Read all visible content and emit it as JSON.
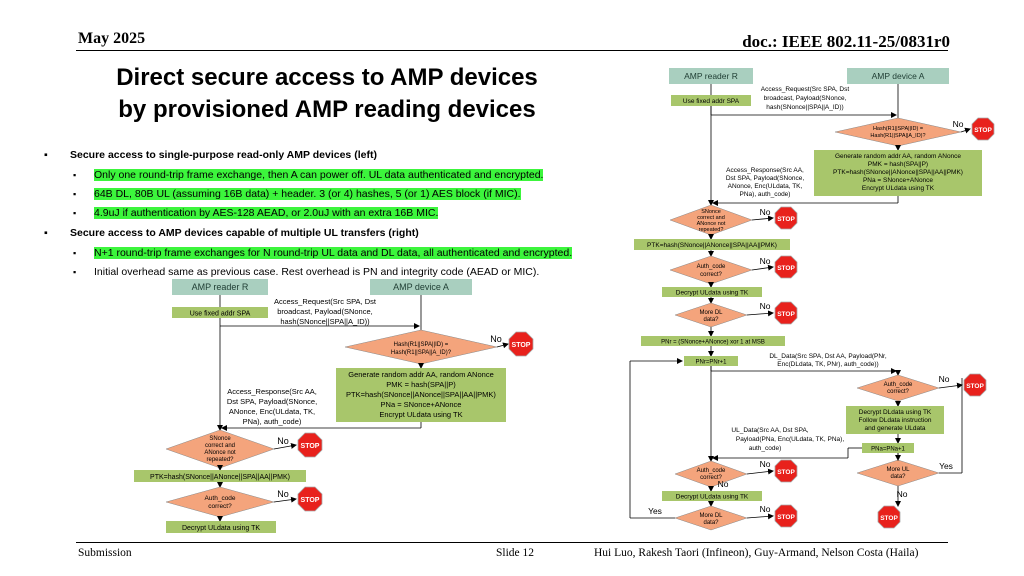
{
  "header": {
    "date": "May 2025",
    "doc_id": "doc.: IEEE 802.11-25/0831r0"
  },
  "title": {
    "line1": "Direct secure access to AMP devices",
    "line2": "by provisioned AMP reading devices"
  },
  "bullets": {
    "b1": "Secure access to single-purpose read-only AMP devices (left)",
    "b1_1": "Only one round-trip frame exchange, then A can power off. UL data authenticated and encrypted.",
    "b1_2": "64B DL, 80B UL (assuming 16B data) + header. 3 (or 4) hashes, 5 (or 1) AES block (if MIC).",
    "b1_3": "4.9uJ if authentication by AES-128 AEAD, or 2.0uJ with an extra 16B MIC.",
    "b2": "Secure access to AMP devices capable of multiple UL transfers (right)",
    "b2_1": "N+1 round-trip frame exchanges for N round-trip UL data and DL data, all authenticated and encrypted.",
    "b2_2": "Initial overhead same as previous case. Rest overhead is PN and integrity code (AEAD or MIC)."
  },
  "flow": {
    "reader": "AMP reader R",
    "device": "AMP device A",
    "use_fixed": "Use fixed addr SPA",
    "req1": "Access_Request(Src SPA, Dst",
    "req2": "broadcast, Payload(SNonce,",
    "req3": "hash(SNonce||SPA||A_ID))",
    "hash1": "Hash(R1||SPA||ID) =",
    "hash2": "Hash(R1||SPA||A_ID)?",
    "gen1": "Generate random addr AA, random ANonce",
    "gen2": "PMK = hash(SPA||P)",
    "gen3": "PTK=hash(SNonce||ANonce||SPA||AA||PMK)",
    "gen4": "PNa = SNonce+ANonce",
    "gen5": "Encrypt ULdata using TK",
    "resp1": "Access_Response(Src AA,",
    "resp2": "Dst SPA, Payload(SNonce,",
    "resp3": "ANonce, Enc(ULdata, TK,",
    "resp4": "PNa), auth_code)",
    "sn1": "SNonce",
    "sn2": "correct and",
    "sn3": "ANonce not",
    "sn4": "repeated?",
    "ptk": "PTK=hash(SNonce||ANonce||SPA||AA||PMK)",
    "auth1": "Auth_code",
    "auth2": "correct?",
    "decrypt": "Decrypt ULdata using TK",
    "no": "No",
    "yes": "Yes",
    "stop": "STOP",
    "moredl1": "More DL",
    "moredl2": "data?",
    "pnr": "PNr = (SNonce+ANonce) xor 1 at MSB",
    "pnr_inc": "PNr=PNr+1",
    "dl1": "DL_Data(Src SPA, Dst AA, Payload(PNr,",
    "dl2": "Enc(DLdata, TK, PNr), auth_code))",
    "dec_dl1": "Decrypt DLdata using TK",
    "dec_dl2": "Follow DLdata instruction",
    "dec_dl3": "and generate ULdata",
    "ul1": "UL_Data(Src AA, Dst SPA,",
    "ul2": "Payload(PNa, Enc(ULdata, TK, PNa),",
    "ul3": "auth_code)",
    "pna_inc": "PNa=PNa+1",
    "moreul1": "More UL",
    "moreul2": "data?"
  },
  "footer": {
    "left": "Submission",
    "center": "Slide 12",
    "right": "Hui Luo, Rakesh Taori (Infineon), Guy-Armand, Nelson Costa (Haila)"
  },
  "colors": {
    "lane": "#a9cfbf",
    "lane_text": "#1f3d33",
    "action": "#a8c66b",
    "decision": "#f4a47c",
    "stop": "#e8211c",
    "arrow": "#000000",
    "highlight": "#3cf53c"
  }
}
